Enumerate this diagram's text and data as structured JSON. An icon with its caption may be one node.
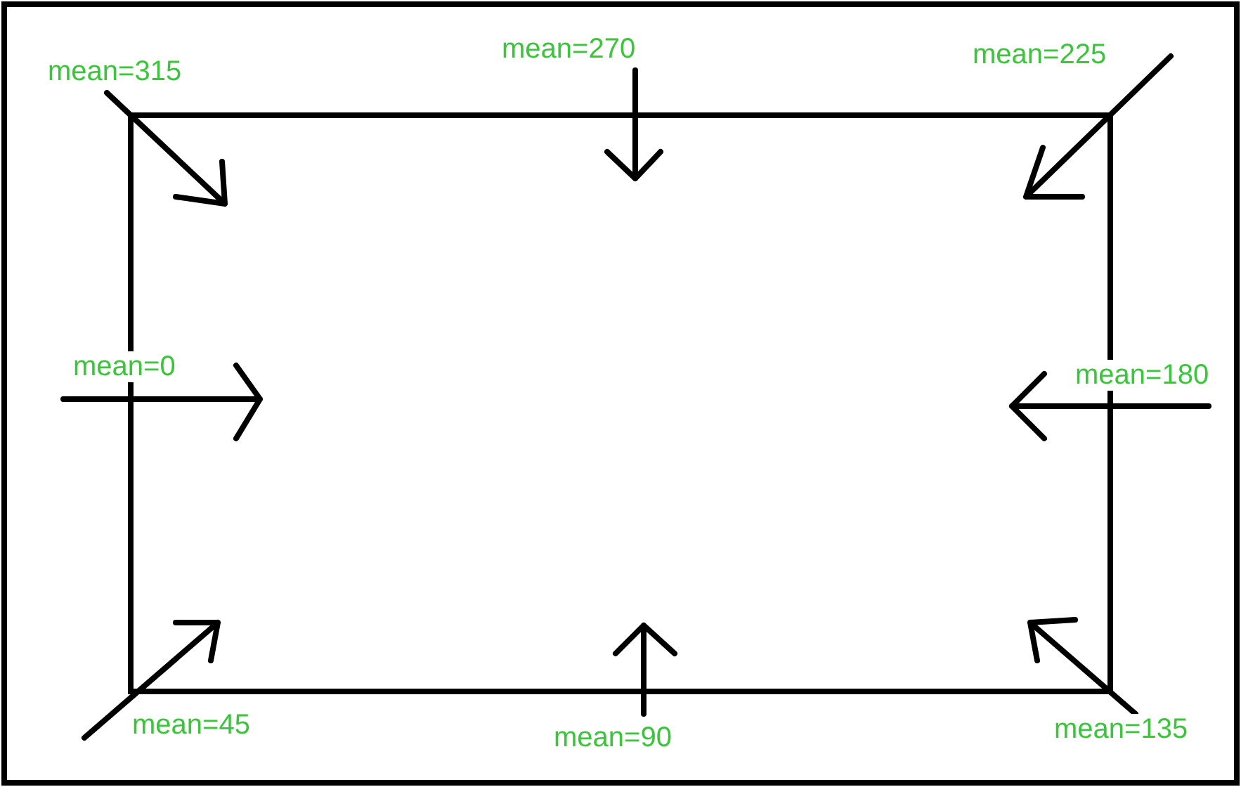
{
  "diagram": {
    "labels": [
      "mean=315",
      "mean=270",
      "mean=225",
      "mean=0",
      "mean=180",
      "mean=45",
      "mean=90",
      "mean=135"
    ]
  }
}
